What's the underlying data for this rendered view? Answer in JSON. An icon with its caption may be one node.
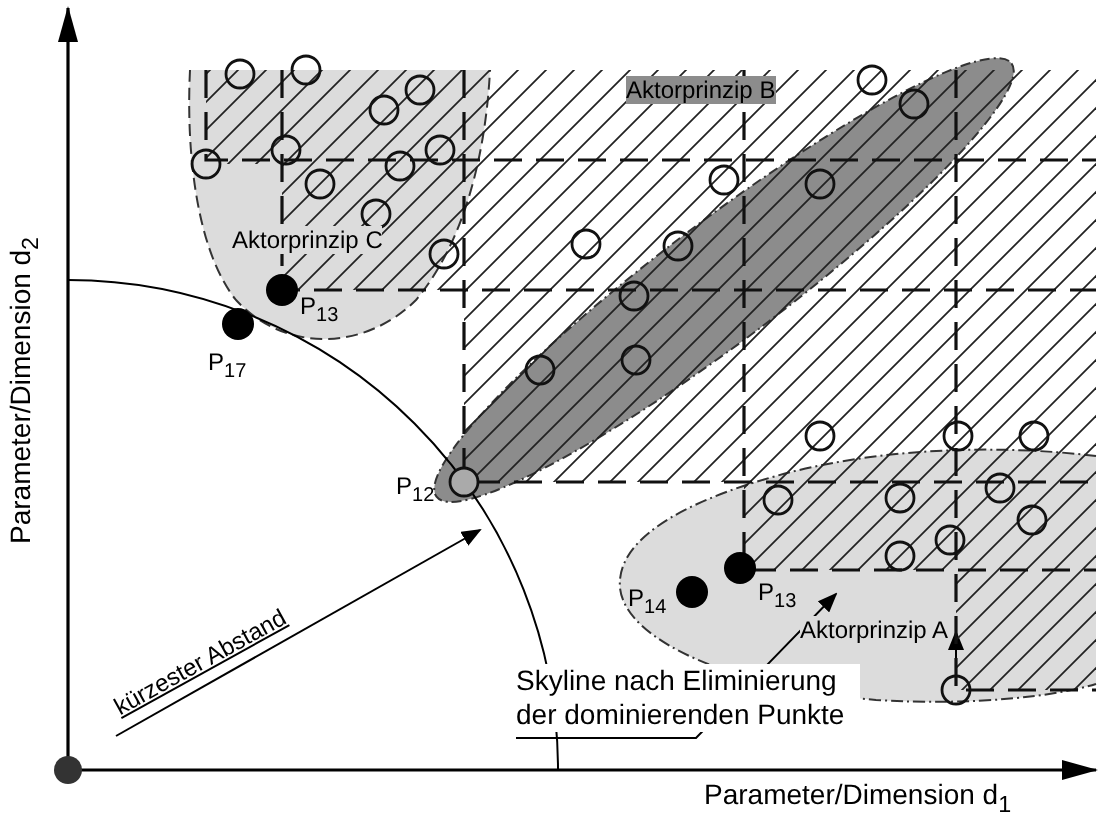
{
  "diagram": {
    "nodes": [
      {
        "text": [
          "Aktorprinzip C"
        ]
      },
      {
        "text": [
          "Aktorprinzip B"
        ]
      },
      {
        "text": [
          "Aktorprinzip A"
        ]
      },
      {
        "text": [
          "Skyline nach Eliminierung der dominierenden Punkte"
        ]
      }
    ],
    "edges": [
      {
        "from": 3,
        "to": 2,
        "arrow": "to"
      }
    ],
    "labels": [
      "P$_{13}$",
      "P$_{17}$",
      "P$_{12}$",
      "kürzester Abstand",
      "P$_{14}$",
      "P$_{13}$",
      "Parameter/Dimension d$_{2}$",
      "Parameter/Dimension d$_{1}$"
    ]
  }
}
